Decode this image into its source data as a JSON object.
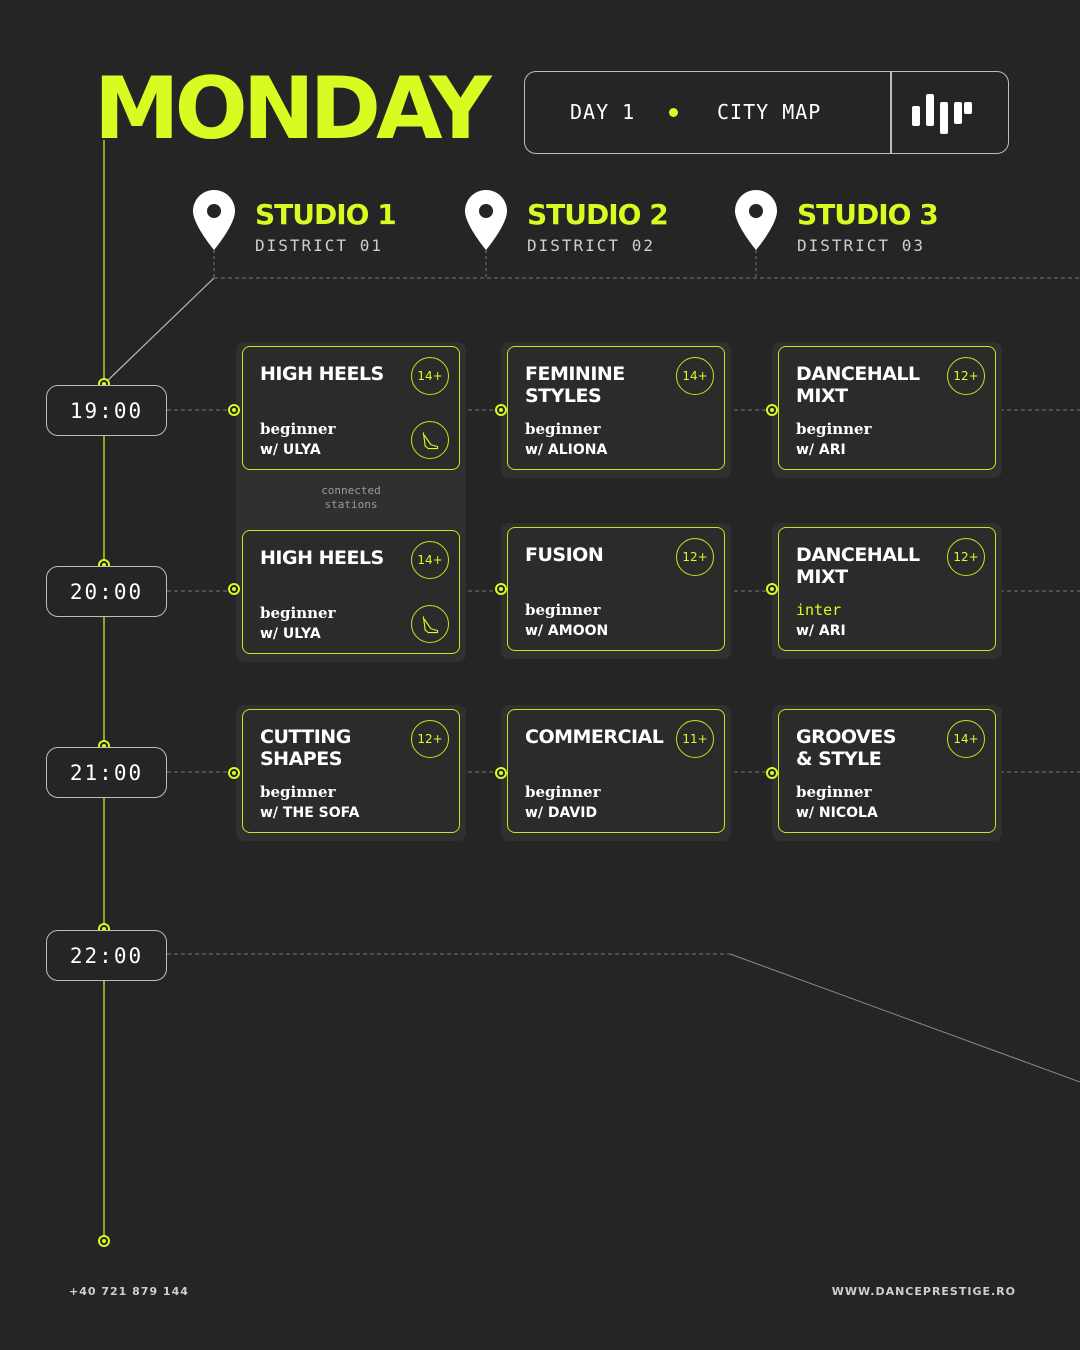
{
  "header": {
    "title": "MONDAY",
    "day_label": "DAY 1",
    "city_map_label": "CITY MAP",
    "logo_icon": "dance-prestige-logo-icon"
  },
  "studios": [
    {
      "name": "STUDIO 1",
      "district": "DISTRICT 01",
      "icon": "map-pin-icon"
    },
    {
      "name": "STUDIO 2",
      "district": "DISTRICT 02",
      "icon": "map-pin-icon"
    },
    {
      "name": "STUDIO 3",
      "district": "DISTRICT 03",
      "icon": "map-pin-icon"
    }
  ],
  "times": [
    "19:00",
    "20:00",
    "21:00",
    "22:00"
  ],
  "connected_label": "connected\nstations",
  "classes": [
    [
      {
        "title": "HIGH HEELS",
        "age": "14+",
        "level": "beginner",
        "teacher": "w/ ULYA",
        "icon": "high-heel-icon"
      },
      {
        "title": "FEMININE\nSTYLES",
        "age": "14+",
        "level": "beginner",
        "teacher": "w/ ALIONA"
      },
      {
        "title": "DANCEHALL\nMIXT",
        "age": "12+",
        "level": "beginner",
        "teacher": "w/ ARI"
      }
    ],
    [
      {
        "title": "HIGH HEELS",
        "age": "14+",
        "level": "beginner",
        "teacher": "w/ ULYA",
        "icon": "high-heel-icon"
      },
      {
        "title": "FUSION",
        "age": "12+",
        "level": "beginner",
        "teacher": "w/ AMOON"
      },
      {
        "title": "DANCEHALL\nMIXT",
        "age": "12+",
        "level": "inter",
        "teacher": "w/ ARI"
      }
    ],
    [
      {
        "title": "CUTTING\nSHAPES",
        "age": "12+",
        "level": "beginner",
        "teacher": "w/ THE SOFA"
      },
      {
        "title": "COMMERCIAL",
        "age": "11+",
        "level": "beginner",
        "teacher": "w/ DAVID"
      },
      {
        "title": "GROOVES\n& STYLE",
        "age": "14+",
        "level": "beginner",
        "teacher": "w/ NICOLA"
      }
    ]
  ],
  "footer": {
    "phone": "+40 721 879 144",
    "website": "WWW.DANCEPRESTIGE.RO"
  },
  "colors": {
    "accent": "#d8fb22",
    "background": "#252525",
    "card": "#2b2b2b"
  }
}
